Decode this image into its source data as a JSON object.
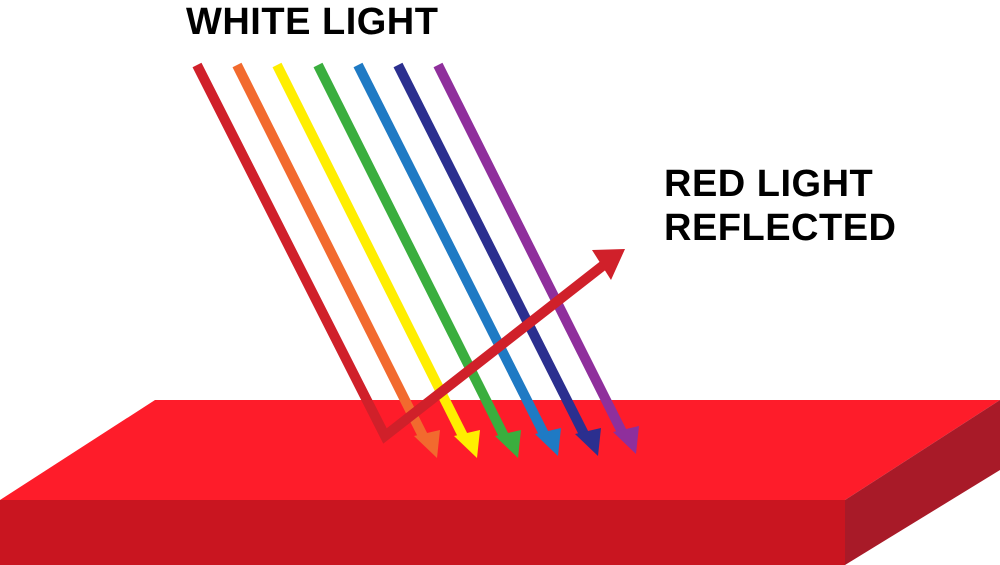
{
  "labels": {
    "incoming": "WHITE LIGHT",
    "reflected_line1": "RED LIGHT",
    "reflected_line2": "REFLECTED"
  },
  "colors": {
    "red": "#d0202a",
    "orange": "#f26a2e",
    "yellow": "#ffee00",
    "green": "#3aae3e",
    "blue": "#1f7ac4",
    "indigo": "#2b2f8f",
    "violet": "#8f2f9c",
    "slab_top": "#fe1c2a",
    "slab_front": "#c91520",
    "slab_side": "#a81a28"
  },
  "rays": [
    {
      "name": "red",
      "reflected": true
    },
    {
      "name": "orange",
      "reflected": false
    },
    {
      "name": "yellow",
      "reflected": false
    },
    {
      "name": "green",
      "reflected": false
    },
    {
      "name": "blue",
      "reflected": false
    },
    {
      "name": "indigo",
      "reflected": false
    },
    {
      "name": "violet",
      "reflected": false
    }
  ]
}
